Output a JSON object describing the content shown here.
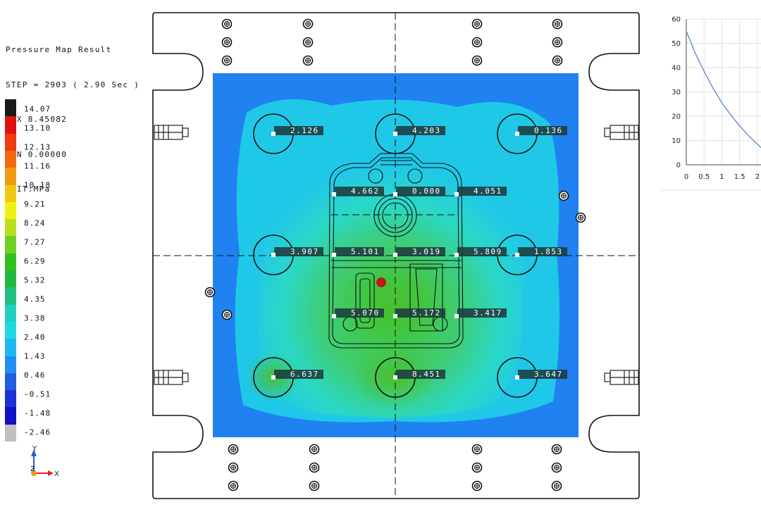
{
  "result": {
    "title": "Pressure Map Result",
    "step": "STEP = 2903 ( 2.90 Sec )",
    "max": "MAX 8.45082",
    "min": "MIN 0.00000",
    "unit": "UNIT:MPa"
  },
  "legend": {
    "values": [
      "14.07",
      "13.10",
      "12.13",
      "11.16",
      "10.18",
      "9.21",
      "8.24",
      "7.27",
      "6.29",
      "5.32",
      "4.35",
      "3.38",
      "2.40",
      "1.43",
      "0.46",
      "-0.51",
      "-1.48",
      "-2.46"
    ],
    "colors": [
      "#1a1a1a",
      "#e01010",
      "#f03a10",
      "#f06a10",
      "#f09a10",
      "#f0c810",
      "#f0f010",
      "#b8e020",
      "#70d020",
      "#30c020",
      "#20b840",
      "#20c080",
      "#20d0c0",
      "#20d8e0",
      "#20b8f0",
      "#2090f0",
      "#2060e0",
      "#2030d8",
      "#1010c8",
      "#c0c0c0"
    ]
  },
  "axis_triad": {
    "y_label": "Y",
    "z_label": "Z",
    "x_label": "X"
  },
  "points": [
    {
      "label": "2.126"
    },
    {
      "label": "4.203"
    },
    {
      "label": "0.136"
    },
    {
      "label": "4.662"
    },
    {
      "label": "0.000"
    },
    {
      "label": "4.051"
    },
    {
      "label": "3.907"
    },
    {
      "label": "5.101"
    },
    {
      "label": "3.019"
    },
    {
      "label": "5.809"
    },
    {
      "label": "1.853"
    },
    {
      "label": "5.070"
    },
    {
      "label": "5.172"
    },
    {
      "label": "3.417"
    },
    {
      "label": "6.637"
    },
    {
      "label": "8.451"
    },
    {
      "label": "3.647"
    }
  ],
  "chart_data": {
    "type": "line",
    "x_ticks": [
      "0",
      "0.5",
      "1",
      "1.5",
      "2"
    ],
    "y_ticks": [
      "0",
      "10",
      "20",
      "30",
      "40",
      "50",
      "60"
    ],
    "xlim": [
      0,
      2.1
    ],
    "ylim": [
      0,
      60
    ],
    "grid": true,
    "series": [
      {
        "x": [
          0,
          0.25,
          0.5,
          0.75,
          1.0,
          1.25,
          1.5,
          1.75,
          2.0,
          2.1
        ],
        "y": [
          55,
          46,
          38.5,
          31.5,
          25.5,
          20.5,
          16,
          12,
          8.5,
          7
        ],
        "color": "#5b86c8"
      }
    ]
  }
}
